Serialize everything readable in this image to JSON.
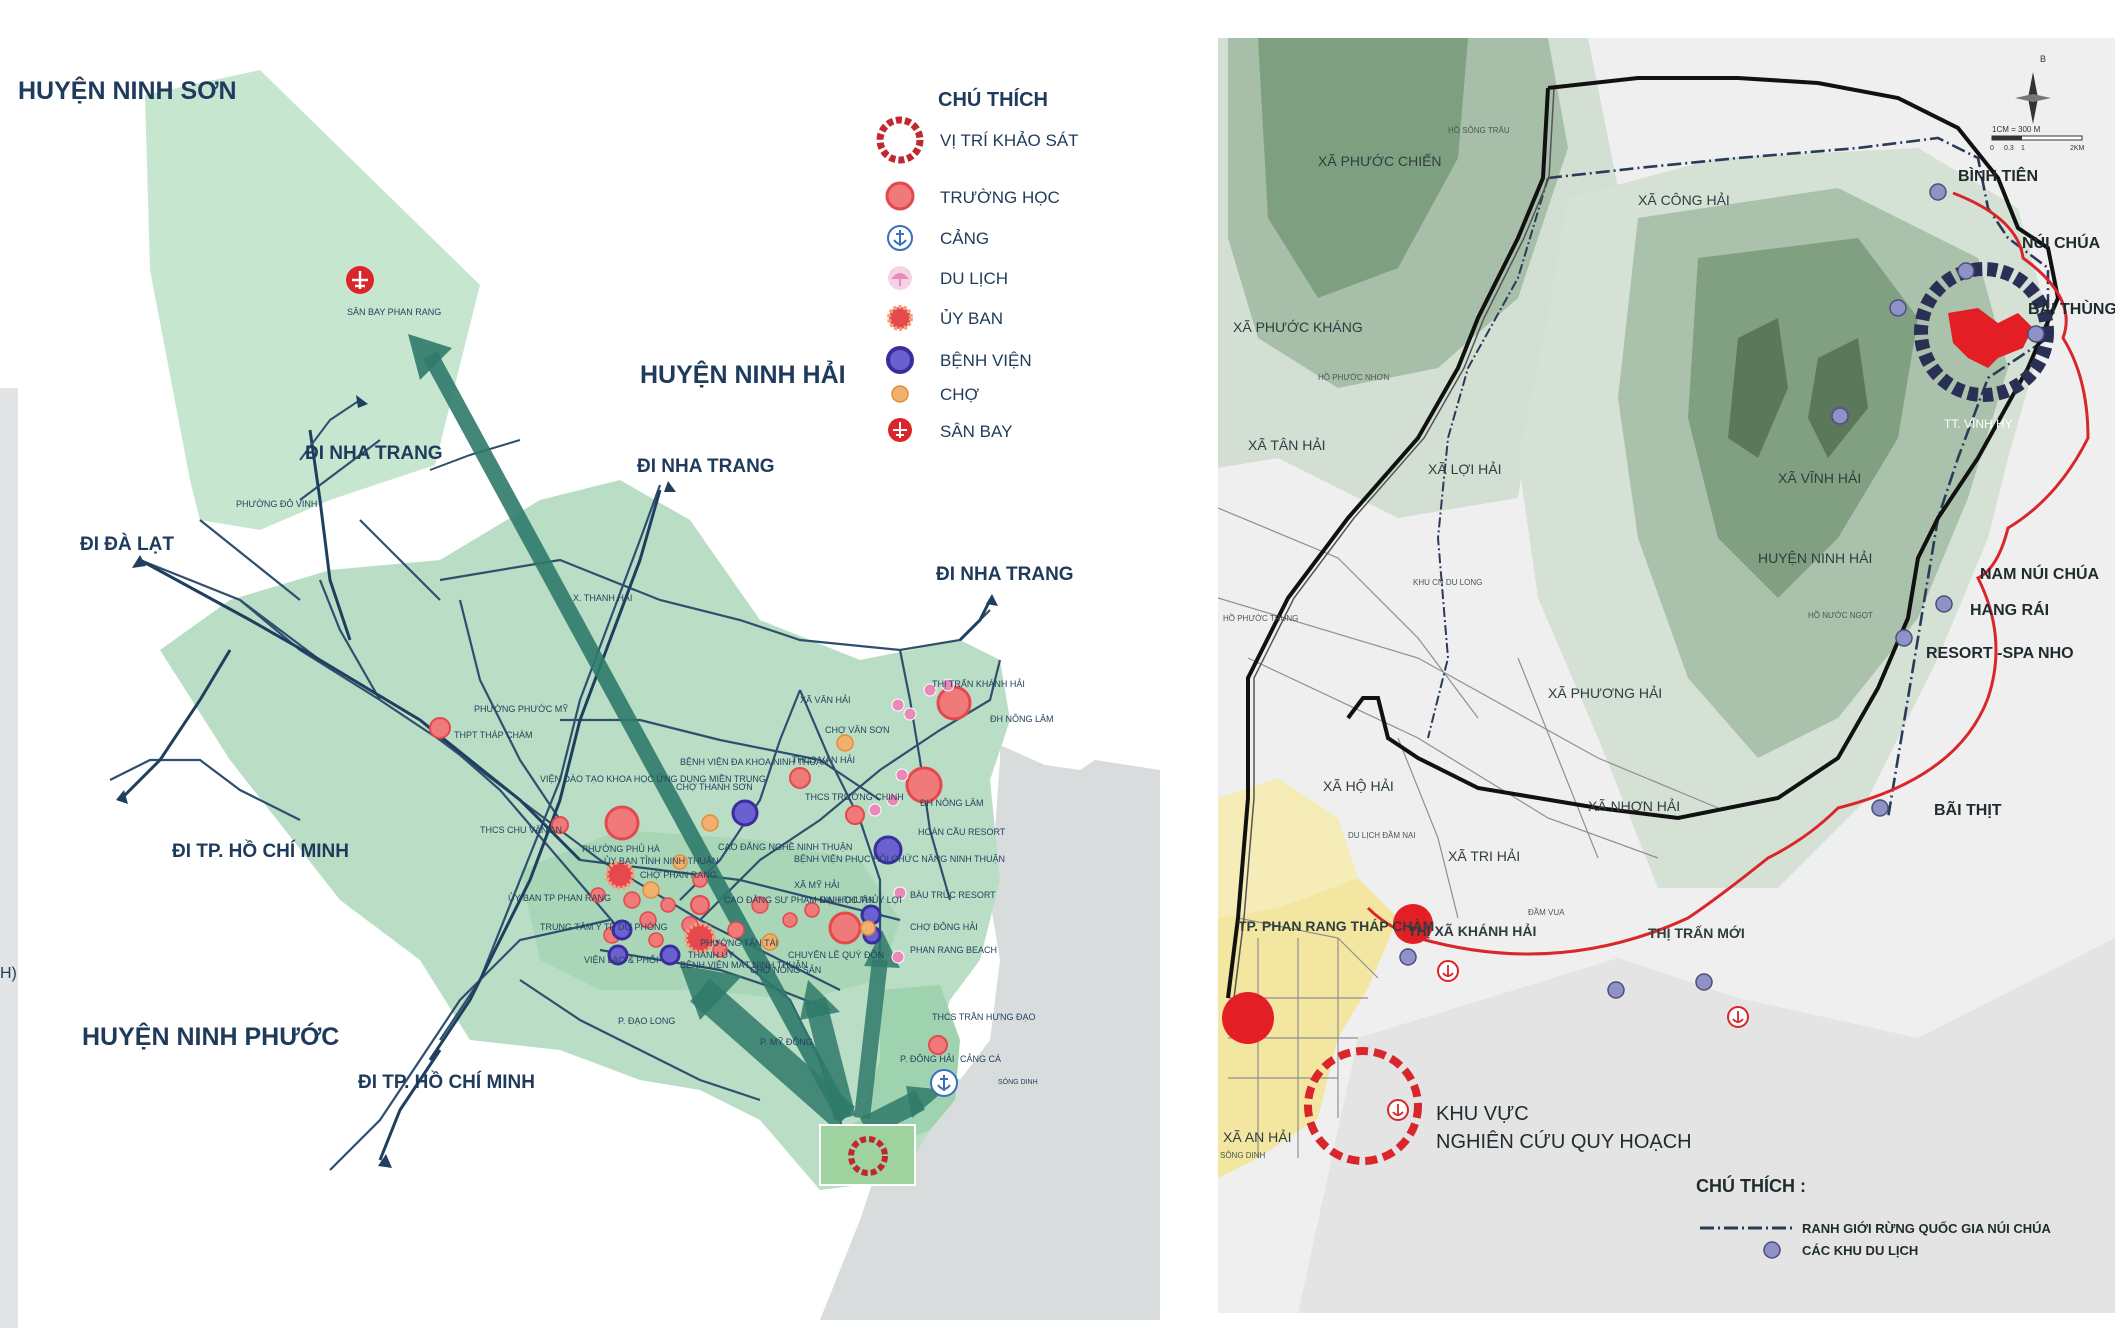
{
  "left_map": {
    "districts": {
      "ninh_son": "HUYỆN NINH SƠN",
      "ninh_hai": "HUYỆN NINH HẢI",
      "ninh_phuoc": "HUYỆN NINH PHƯỚC"
    },
    "directions": {
      "nha_trang_1": "ĐI NHA TRANG",
      "nha_trang_2": "ĐI NHA TRANG",
      "nha_trang_3": "ĐI NHA TRANG",
      "da_lat": "ĐI ĐÀ LẠT",
      "hcm_1": "ĐI TP. HỒ CHÍ MINH",
      "hcm_2": "ĐI TP. HỒ CHÍ MINH"
    },
    "places": {
      "airport": "SÂN BAY PHAN RANG",
      "do_vinh": "PHƯỜNG ĐÔ VINH",
      "thanh_hai": "X. THANH HẢI",
      "phuoc_my": "PHƯỜNG PHƯỚC MỸ",
      "thap_cham": "THPT THÁP CHÀM",
      "van_hai": "XÃ VĂN HẢI",
      "khanh_hai": "THỊ TRẤN KHÁNH HẢI",
      "nong_lam_1": "ĐH NÔNG LÂM",
      "nong_lam_2": "ĐH NÔNG LÂM",
      "cho_van_son": "CHỢ VĂN SƠN",
      "thcs_van_hai": "THCS VĂN HẢI",
      "bv_da_khoa": "BỆNH VIỆN ĐA KHOA NINH THUẬN",
      "cho_thanh_son": "CHỢ THANH SƠN",
      "vien_dao_tao": "VIỆN ĐÀO TẠO KHOA HỌC ỨNG DỤNG MIỀN TRUNG",
      "thcs_chu_van_an": "THCS CHU VĂN AN",
      "thcs_truong_chinh": "THCS TRƯỜNG CHINH",
      "hoan_cau": "HOÀN CẦU RESORT",
      "phu_ha": "PHƯỜNG PHỦ HÀ",
      "ubnd_tinh": "ỦY BAN TỈNH NINH THUẬN",
      "cd_nghe": "CAO ĐẲNG NGHỀ NINH THUẬN",
      "bv_phuc_hoi": "BỆNH VIỆN PHỤC HỒI CHỨC NĂNG NINH THUẬN",
      "cho_phan_rang": "CHỢ PHAN RANG",
      "my_hai": "XÃ MỸ HẢI",
      "bau_truc": "BÀU TRÚC RESORT",
      "ubnd_tp": "ỦY BAN TP PHAN RANG",
      "cd_su_pham": "CAO ĐẲNG SƯ PHẠM NINH THUẬN",
      "dh_thuy_loi": "ĐẠI HỌC THỦY LỢI",
      "cho_dong_hai": "CHỢ ĐÔNG HẢI",
      "ttyt": "TRUNG TÂM Y TẾ DỰ PHÒNG",
      "tan_tai": "PHƯỜNG TẤN TÀI",
      "thanh_uy": "THÀNH ỦY",
      "chuyen_lqd": "CHUYÊN LÊ QUÝ ĐÔN",
      "phan_rang_beach": "PHAN RANG BEACH",
      "vien_lao": "VIỆN LAO & PHỔI",
      "bv_mat": "BỆNH VIỆN MẮT NINH THUẬN",
      "cho_nong_san": "CHỢ NÔNG SẢN",
      "dao_long": "P. ĐẠO LONG",
      "my_dong": "P. MỸ ĐÔNG",
      "thcs_tran_hung_dao": "THCS TRẦN HƯNG ĐẠO",
      "dong_hai": "P. ĐÔNG HẢI",
      "cang_ca": "CẢNG CÁ",
      "song_dinh": "SÔNG DINH"
    },
    "legend": {
      "title": "CHÚ THÍCH",
      "items": [
        {
          "icon": "survey-ring-icon",
          "label": "VỊ TRÍ KHẢO SÁT"
        },
        {
          "icon": "school-icon",
          "label": "TRƯỜNG HỌC"
        },
        {
          "icon": "anchor-icon",
          "label": "CẢNG"
        },
        {
          "icon": "umbrella-icon",
          "label": "DU LỊCH"
        },
        {
          "icon": "starburst-icon",
          "label": "ỦY BAN"
        },
        {
          "icon": "hospital-ring-icon",
          "label": "BỆNH VIỆN"
        },
        {
          "icon": "market-dot-icon",
          "label": "CHỢ"
        },
        {
          "icon": "airplane-icon",
          "label": "SÂN BAY"
        }
      ]
    },
    "colors": {
      "land": "#c6e6cf",
      "land_dark": "#a9d6b7",
      "sea": "#d9dcdd",
      "arrow": "#2f7a6a",
      "road": "#2f4f6f",
      "school": "#e5484d",
      "hospital": "#3a2e9c",
      "market": "#f0a35a",
      "tourism": "#e889b8"
    },
    "edge_label": "H)"
  },
  "right_map": {
    "compass_n": "B",
    "scale": "1CM = 300 M",
    "scale_ticks": [
      "0",
      "0.3",
      "1",
      "2KM"
    ],
    "places": {
      "phuoc_chien": "XÃ PHƯỚC CHIẾN",
      "ho_song_trau": "HỒ SÔNG TRÂU",
      "phuoc_khang": "XÃ PHƯỚC KHÁNG",
      "ho_phuoc_nhon": "HỒ PHƯỚC NHƠN",
      "tan_hai": "XÃ TÂN HẢI",
      "loi_hai": "XÃ LỢI HẢI",
      "cong_hai": "XÃ CÔNG HẢI",
      "vinh_hai": "XÃ VĨNH HẢI",
      "huyen_ninh_hai": "HUYỆN NINH HẢI",
      "khu_cn": "KHU CN DU LONG",
      "ho_phuoc_trung": "HỒ PHƯỚC TRUNG",
      "phuong_hai": "XÃ PHƯƠNG HẢI",
      "ho_nuoc_ngot": "HỒ NƯỚC NGỌT",
      "ho_hai": "XÃ HỘ HẢI",
      "nhon_hai": "XÃ NHƠN HẢI",
      "du_lich_dam_nai": "DU LỊCH ĐẦM NẠI",
      "tri_hai": "XÃ TRI HẢI",
      "dam_vua": "ĐẦM VUA",
      "tp_phan_rang": "TP. PHAN RANG THÁP CHÀM",
      "tx_khanh_hai": "THỊ XÃ KHÁNH HẢI",
      "tt_moi": "THỊ TRẤN MỚI",
      "an_hai": "XÃ AN HẢI",
      "song_dinh": "SÔNG DINH",
      "tt_vinh_hy": "TT. VĨNH HY"
    },
    "tourism_sites": {
      "binh_tien": "BÌNH TIÊN",
      "nui_chua": "NÚI CHÚA",
      "bai_thung": "BÃI THÙNG",
      "nam_nui_chua": "NAM NÚI CHÚA",
      "hang_rai": "HANG RÁI",
      "resort_spa": "RESORT -SPA NHO",
      "bai_thit": "BÃI THỊT"
    },
    "study_area": [
      "KHU VỰC",
      "NGHIÊN CỨU QUY HOẠCH"
    ],
    "legend": {
      "title": "CHÚ THÍCH :",
      "items": [
        {
          "icon": "boundary-line-icon",
          "label": "RANH GIỚI RỪNG QUỐC GIA NÚI CHÚA"
        },
        {
          "icon": "tourism-dot-icon",
          "label": "CÁC KHU DU LỊCH"
        }
      ]
    },
    "colors": {
      "bg": "#efefef",
      "forest_light": "#d3dfd3",
      "forest_mid": "#a7bea8",
      "forest_dark": "#6f8f70",
      "forest_deep": "#4f6a50",
      "urban": "#f3e6a0",
      "red_route": "#d8262b",
      "dot": "#8f92c6",
      "vinh_hy_ring": "#2a2f55"
    }
  }
}
